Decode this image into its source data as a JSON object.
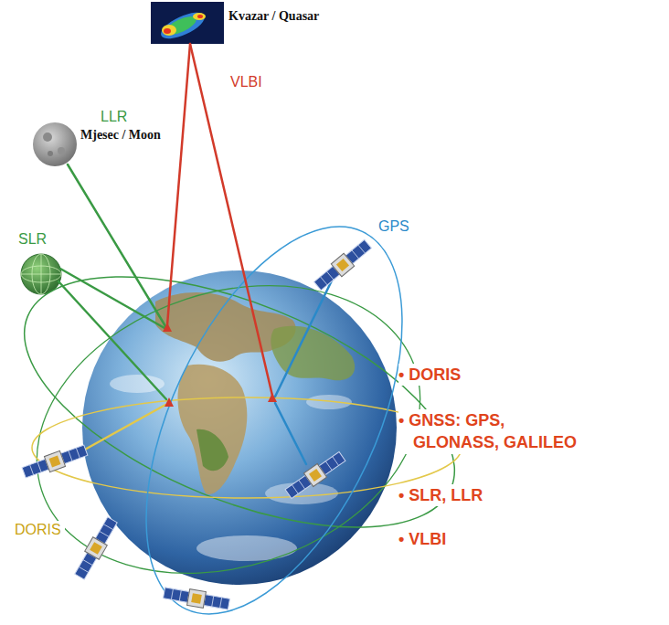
{
  "diagram": {
    "nodes": [
      {
        "text": [
          "Kvazar / Quasar"
        ]
      },
      {
        "text": [
          "Mjesec / Moon"
        ]
      },
      {
        "text": [
          "SLR"
        ]
      },
      {
        "text": [
          "GPS"
        ]
      },
      {
        "text": [
          "DORIS"
        ]
      }
    ],
    "labels": [
      "LLR",
      "VLBI",
      "• DORIS",
      "• GNSS: GPS, GLONASS, GALILEO",
      "• SLR, LLR",
      "• VLBI"
    ]
  }
}
